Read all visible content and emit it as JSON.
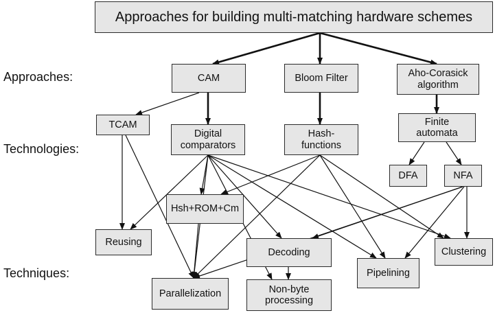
{
  "title": "Approaches for building multi-matching hardware schemes",
  "row_labels": {
    "approaches": "Approaches:",
    "technologies": "Technologies:",
    "techniques": "Techniques:"
  },
  "nodes": {
    "cam": "CAM",
    "bloom": "Bloom Filter",
    "aho": "Aho-Corasick\nalgorithm",
    "tcam": "TCAM",
    "digital": "Digital\ncomparators",
    "hash": "Hash-\nfunctions",
    "finite": "Finite\nautomata",
    "dfa": "DFA",
    "nfa": "NFA",
    "hsh": "Hsh+ROM+Cm",
    "reusing": "Reusing",
    "decoding": "Decoding",
    "clustering": "Clustering",
    "pipelining": "Pipelining",
    "parallel": "Parallelization",
    "nonbyte": "Non-byte\nprocessing"
  },
  "edges": [
    {
      "from": "title",
      "to": "cam",
      "weight": "bold"
    },
    {
      "from": "title",
      "to": "bloom",
      "weight": "bold"
    },
    {
      "from": "title",
      "to": "aho",
      "weight": "bold"
    },
    {
      "from": "cam",
      "to": "tcam",
      "weight": "thin"
    },
    {
      "from": "cam",
      "to": "digital",
      "weight": "bold"
    },
    {
      "from": "bloom",
      "to": "hash",
      "weight": "bold"
    },
    {
      "from": "aho",
      "to": "finite",
      "weight": "bold"
    },
    {
      "from": "finite",
      "to": "dfa",
      "weight": "thin"
    },
    {
      "from": "finite",
      "to": "nfa",
      "weight": "thin"
    },
    {
      "from": "tcam",
      "to": "reusing",
      "weight": "thin"
    },
    {
      "from": "tcam",
      "to": "parallel",
      "weight": "thin"
    },
    {
      "from": "digital",
      "to": "reusing",
      "weight": "thin"
    },
    {
      "from": "digital",
      "to": "hsh",
      "weight": "thin"
    },
    {
      "from": "digital",
      "to": "parallel",
      "weight": "thin"
    },
    {
      "from": "digital",
      "to": "decoding",
      "weight": "thin"
    },
    {
      "from": "digital",
      "to": "pipelining",
      "weight": "thin"
    },
    {
      "from": "digital",
      "to": "clustering",
      "weight": "thin"
    },
    {
      "from": "digital",
      "to": "nonbyte",
      "weight": "thin"
    },
    {
      "from": "hash",
      "to": "hsh",
      "weight": "thin"
    },
    {
      "from": "hash",
      "to": "parallel",
      "weight": "thin"
    },
    {
      "from": "hash",
      "to": "pipelining",
      "weight": "thin"
    },
    {
      "from": "hash",
      "to": "clustering",
      "weight": "thin"
    },
    {
      "from": "hsh",
      "to": "parallel",
      "weight": "thin"
    },
    {
      "from": "nfa",
      "to": "decoding",
      "weight": "thin"
    },
    {
      "from": "nfa",
      "to": "pipelining",
      "weight": "thin"
    },
    {
      "from": "nfa",
      "to": "clustering",
      "weight": "thin"
    },
    {
      "from": "nfa",
      "to": "parallel",
      "weight": "thin"
    },
    {
      "from": "decoding",
      "to": "nonbyte",
      "weight": "thin"
    }
  ]
}
